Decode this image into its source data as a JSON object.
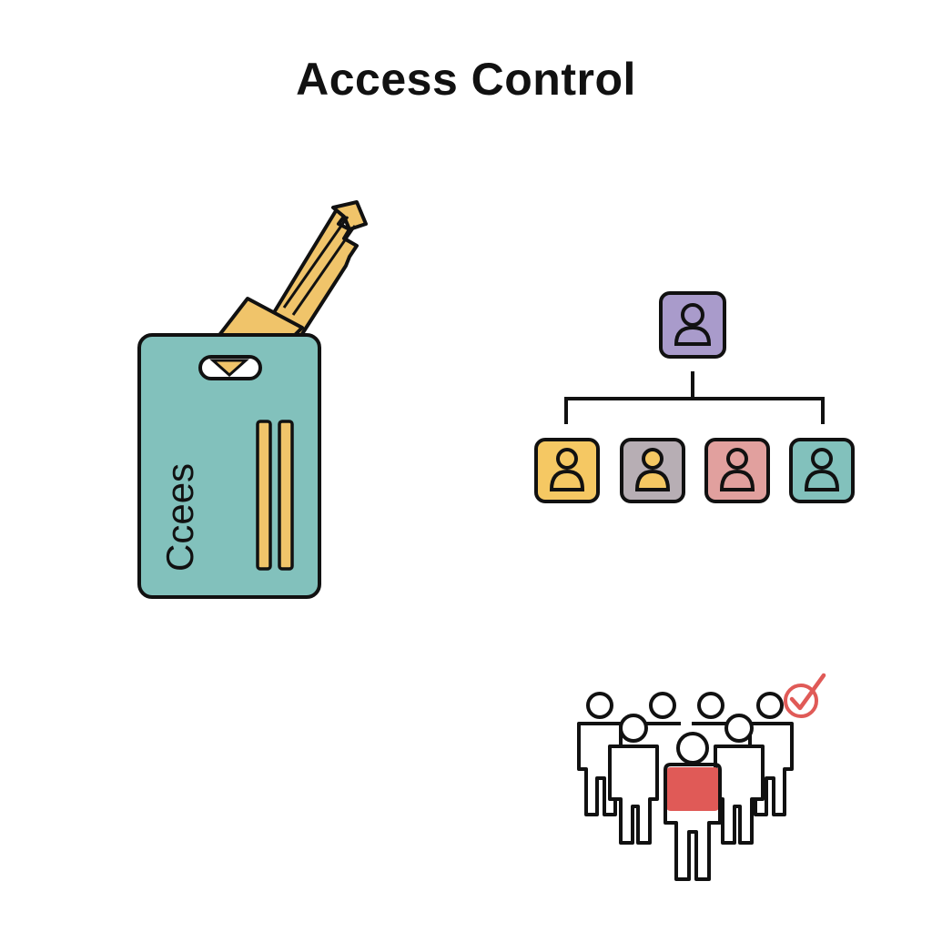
{
  "title": "Access Control",
  "colors": {
    "outline": "#111111",
    "card_fill": "#82c1bc",
    "key_fill": "#f0c46a",
    "top_node": "#a99bcb",
    "node_yellow": "#f5c863",
    "node_gray": "#b7aeb4",
    "node_red": "#e1a09e",
    "node_teal": "#82c1bc",
    "highlight_red": "#e05a57"
  },
  "keycard": {
    "label": "Ccees"
  },
  "hierarchy": {
    "top": {
      "name": "admin-user",
      "color": "#a99bcb"
    },
    "children": [
      {
        "name": "user-1",
        "color": "#f5c863"
      },
      {
        "name": "user-2",
        "color": "#b7aeb4"
      },
      {
        "name": "user-3",
        "color": "#e1a09e"
      },
      {
        "name": "user-4",
        "color": "#82c1bc"
      }
    ]
  },
  "group": {
    "people_count": 7,
    "highlighted": "center-person",
    "badge": "checkmark"
  }
}
